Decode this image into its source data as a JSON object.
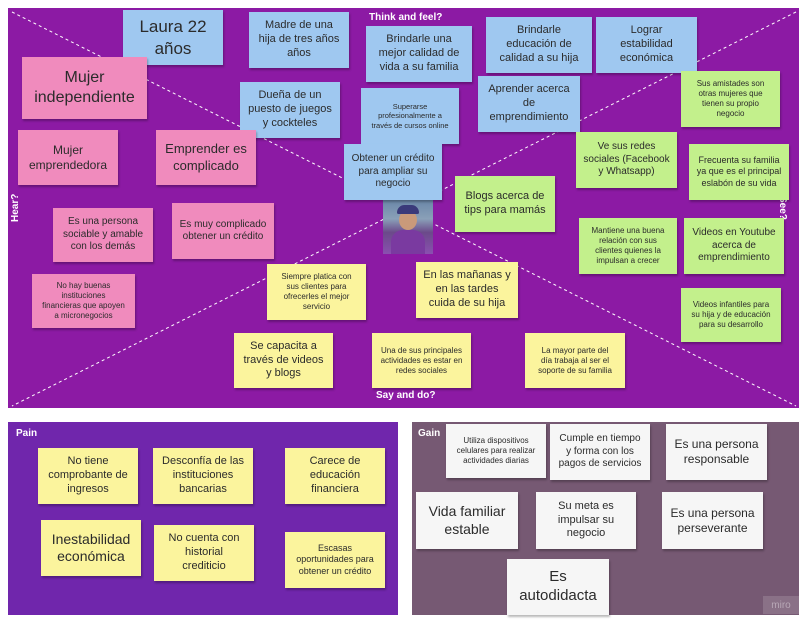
{
  "sections": {
    "think": "Think and feel?",
    "hear": "Hear?",
    "see": "See?",
    "say": "Say and do?",
    "pain": "Pain",
    "gain": "Gain"
  },
  "notes": {
    "laura": "Laura 22\naños",
    "madre": "Madre de una\nhija de tres años\naños",
    "brindarle_mejor": "Brindarle una\nmejor calidad de\nvida a su familia",
    "brindarle_educacion": "Brindarle\neducación de\ncalidad a su hija",
    "lograr": "Lograr\nestabilidad\neconómica",
    "mujer_indep": "Mujer\nindependiente",
    "duena": "Dueña de un\npuesto de juegos\ny cockteles",
    "superarse": "Superarse\nprofesionalmente a\ntravés de cursos online",
    "aprender": "Aprender acerca\nde\nemprendimiento",
    "amistades": "Sus amistades son\notras mujeres que\ntienen su propio\nnegocio",
    "mujer_empr": "Mujer\nemprendedora",
    "emprender": "Emprender es\ncomplicado",
    "obtener": "Obtener un crédito\npara ampliar su\nnegocio",
    "redes": "Ve sus redes\nsociales (Facebook\ny Whatsapp)",
    "frecuenta": "Frecuenta su familia\nya que es el principal\neslabón de su vida",
    "blogs": "Blogs acerca de\ntips para mamás",
    "sociable": "Es una persona\nsociable y amable\ncon los demás",
    "complicado": "Es muy complicado\nobtener un crédito",
    "mantiene": "Mantiene una buena\nrelación con sus\nclientes quienes la\nimpulsan a crecer",
    "videos_yt": "Videos en Youtube\nacerca de\nemprendimiento",
    "no_hay": "No hay buenas\ninstituciones\nfinancieras que apoyen\na micronegocios",
    "platica": "Siempre platica con\nsus clientes para\nofrecerles el mejor\nservicio",
    "mananas": "En las mañanas y\nen las tardes\ncuida de su hija",
    "videos_inf": "Videos infantiles para\nsu hija y de educación\npara su desarrollo",
    "capacita": "Se capacita a\ntravés de videos\ny blogs",
    "actividades": "Una de sus principales\nactividades es estar en\nredes sociales",
    "mayor": "La mayor parte del\ndía trabaja al ser el\nsoporte de su familia",
    "no_tiene": "No tiene\ncomprobante de\ningresos",
    "desconfia": "Desconfía de las\ninstituciones\nbancarias",
    "carece": "Carece de\neducación\nfinanciera",
    "inestabilidad": "Inestabilidad\neconómica",
    "no_cuenta": "No cuenta con\nhistorial\ncrediticio",
    "escasas": "Escasas\noportunidades para\nobtener un crédito",
    "utiliza": "Utiliza dispositivos\ncelulares para realizar\nactividades diarias",
    "cumple": "Cumple en tiempo\ny forma con los\npagos de servicios",
    "responsable": "Es una persona\nresponsable",
    "vida": "Vida familiar\nestable",
    "meta": "Su meta es\nimpulsar su\nnegocio",
    "perseverante": "Es una persona\nperseverante",
    "autodidacta": "Es\nautodidacta"
  },
  "watermark": "miro",
  "colors": {
    "empathy_bg": "#8c1aa4",
    "pain_bg": "#7026ac",
    "gain_bg": "#765973",
    "blue": "#9fc8f0",
    "pink": "#f08bbd",
    "green": "#c3f08c",
    "yellow": "#fbf49d",
    "white": "#f6f6f6"
  }
}
